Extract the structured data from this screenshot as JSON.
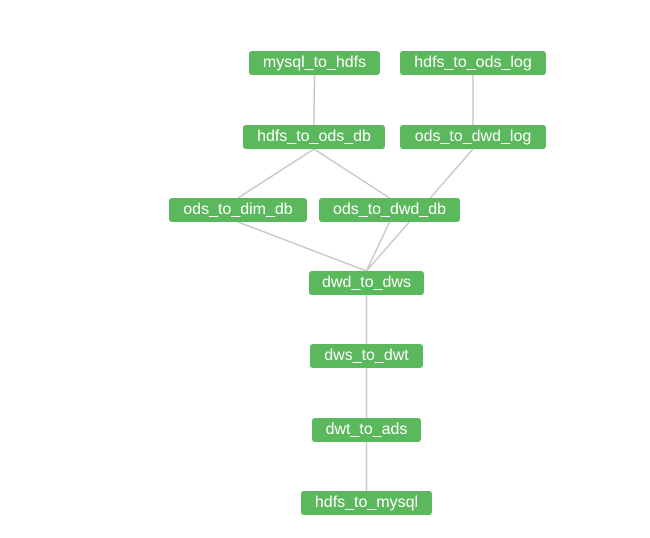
{
  "colors": {
    "node_fill": "#5cb85c",
    "node_text": "#ffffff",
    "edge": "#c8c8c8",
    "background": "#ffffff"
  },
  "nodes": {
    "mysql_to_hdfs": "mysql_to_hdfs",
    "hdfs_to_ods_log": "hdfs_to_ods_log",
    "hdfs_to_ods_db": "hdfs_to_ods_db",
    "ods_to_dwd_log": "ods_to_dwd_log",
    "ods_to_dim_db": "ods_to_dim_db",
    "ods_to_dwd_db": "ods_to_dwd_db",
    "dwd_to_dws": "dwd_to_dws",
    "dws_to_dwt": "dws_to_dwt",
    "dwt_to_ads": "dwt_to_ads",
    "hdfs_to_mysql": "hdfs_to_mysql"
  },
  "edges": [
    [
      "mysql_to_hdfs",
      "hdfs_to_ods_db"
    ],
    [
      "hdfs_to_ods_log",
      "ods_to_dwd_log"
    ],
    [
      "hdfs_to_ods_db",
      "ods_to_dim_db"
    ],
    [
      "hdfs_to_ods_db",
      "ods_to_dwd_db"
    ],
    [
      "ods_to_dim_db",
      "dwd_to_dws"
    ],
    [
      "ods_to_dwd_db",
      "dwd_to_dws"
    ],
    [
      "ods_to_dwd_log",
      "dwd_to_dws"
    ],
    [
      "dwd_to_dws",
      "dws_to_dwt"
    ],
    [
      "dws_to_dwt",
      "dwt_to_ads"
    ],
    [
      "dwt_to_ads",
      "hdfs_to_mysql"
    ]
  ]
}
